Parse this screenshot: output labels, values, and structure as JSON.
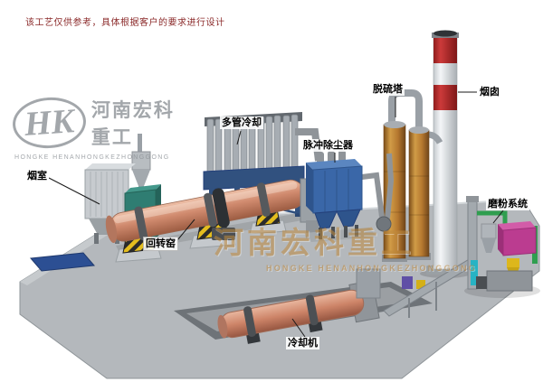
{
  "disclaimer": "该工艺仅供参考，具体根据客户的要求进行设计",
  "watermark": {
    "logo_initials": "HK",
    "company_cn": "河南宏科重工",
    "company_en": "HONGKE HENANHONGKEZHONGGONG"
  },
  "labels": {
    "smoke_chamber": "烟室",
    "rotary_kiln": "回转窑",
    "multi_tube_cooler": "多管冷却",
    "pulse_dust_collector": "脉冲除尘器",
    "desulfurization_tower": "脱硫塔",
    "chimney": "烟囱",
    "grinding_system": "磨粉系统",
    "cooling_machine": "冷却机"
  },
  "colors": {
    "kiln_body": "#d08a6e",
    "dust_collector_blue": "#3a67a8",
    "tower_orange": "#b5782f",
    "chimney_red": "#b22222",
    "smoke_chamber_teal": "#2f7d72",
    "grinding_magenta": "#bb3c90",
    "grinding_green": "#2f9e4f",
    "grinding_yellow": "#ddb71c",
    "grinding_cyan": "#27b3c4",
    "ground_gray": "#b4b8bc",
    "hazard_yellow": "#e4bd1e",
    "watermark_gray": "#8d9297",
    "watermark_orange": "#c08a3e",
    "disclaimer_red": "#8b2a2a"
  }
}
